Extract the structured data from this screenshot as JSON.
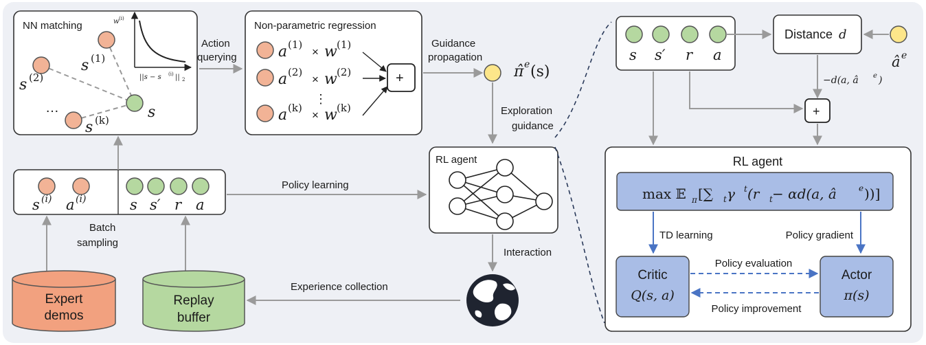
{
  "nn": {
    "title": "NN matching",
    "s1": "s",
    "s1_sup": "(1)",
    "s2": "s",
    "s2_sup": "(2)",
    "sk": "s",
    "sk_sup": "(k)",
    "s": "s",
    "dots": "…",
    "plot_ylabel": "w",
    "plot_ylabel_sup": "(i)",
    "plot_xlabel": "||s − s",
    "plot_xlabel_sup": "(i)",
    "plot_xlabel_end": "||",
    "plot_xlabel_sub": "2"
  },
  "action_querying": [
    "Action",
    "querying"
  ],
  "regression": {
    "title": "Non-parametric regression",
    "rows": [
      {
        "a": "a",
        "a_sup": "(1)",
        "w": "w",
        "w_sup": "(1)"
      },
      {
        "a": "a",
        "a_sup": "(2)",
        "w": "w",
        "w_sup": "(2)"
      },
      {
        "a": "a",
        "a_sup": "(k)",
        "w": "w",
        "w_sup": "(k)"
      }
    ],
    "times": "×",
    "vdots": "⋮",
    "plus": "+"
  },
  "guidance_propagation": [
    "Guidance",
    "propagation"
  ],
  "pi_e": {
    "main": "π̂",
    "sup": "e",
    "arg": "(s)"
  },
  "exploration_guidance": [
    "Exploration",
    "guidance"
  ],
  "rl_agent_small": {
    "title": "RL agent"
  },
  "batch": {
    "expert_s": "s",
    "expert_s_sup": "(i)",
    "expert_a": "a",
    "expert_a_sup": "(i)",
    "s": "s",
    "s_prime": "s′",
    "r": "r",
    "a": "a"
  },
  "policy_learning": "Policy learning",
  "batch_sampling": [
    "Batch",
    "sampling"
  ],
  "interaction": "Interaction",
  "expert_demos": [
    "Expert",
    "demos"
  ],
  "replay_buffer": [
    "Replay",
    "buffer"
  ],
  "experience_collection": "Experience collection",
  "right": {
    "s": "s",
    "s_prime": "s′",
    "r": "r",
    "a": "a",
    "distance": "Distance",
    "distance_var": "d",
    "a_hat": "â",
    "a_hat_sup": "e",
    "neg_d": "−d(a, â",
    "neg_d_sup": "e",
    "neg_d_end": ")",
    "plus": "+",
    "rl_agent_title": "RL agent",
    "objective": "max 𝔼",
    "objective_sub": "π",
    "objective_rest": " [∑",
    "objective_sum_sub": "t",
    "objective_gamma": " γ",
    "objective_gamma_sup": "t",
    "objective_tail": " (r",
    "objective_rt_sub": "t",
    "objective_end": " − αd(a, â",
    "objective_end_sup": "e",
    "objective_close": "))]",
    "td_learning": "TD learning",
    "policy_gradient": "Policy gradient",
    "critic": "Critic",
    "critic_q": "Q(s, a)",
    "actor": "Actor",
    "actor_pi": "π(s)",
    "policy_evaluation": "Policy evaluation",
    "policy_improvement": "Policy improvement"
  },
  "colors": {
    "background": "#eef0f5",
    "orange_node": "#f2b396",
    "green_node": "#b5d8a0",
    "yellow_node": "#fde68a",
    "expert_cyl": "#f2a17f",
    "replay_cyl": "#b5d8a0",
    "blue_box": "#a9bde6",
    "gray_arrow": "#9a9a9a",
    "blue_arrow": "#4a74c4"
  }
}
